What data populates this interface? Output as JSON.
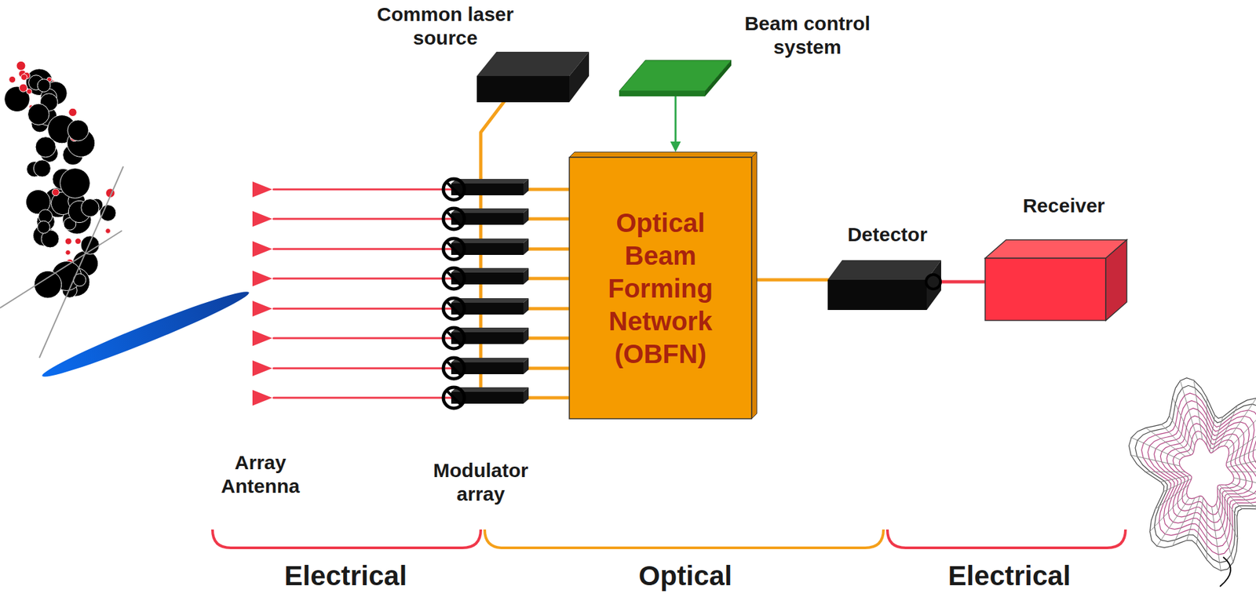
{
  "diagram": {
    "nodes": [
      {
        "text": [
          "Common laser source"
        ]
      },
      {
        "text": [
          "Beam control system"
        ]
      },
      {
        "text": [
          "Array Antenna"
        ]
      },
      {
        "text": [
          "Modulator array"
        ]
      },
      {
        "text": [
          "Optical Beam Forming Network (OBFN)"
        ]
      },
      {
        "text": [
          "Detector"
        ]
      },
      {
        "text": [
          "Receiver"
        ]
      }
    ],
    "edges": [
      {
        "from": 2,
        "to": 3,
        "arrow": "none"
      },
      {
        "from": 0,
        "to": 3,
        "arrow": "none"
      },
      {
        "from": 3,
        "to": 4,
        "arrow": "none"
      },
      {
        "from": 1,
        "to": 4,
        "arrow": "to"
      },
      {
        "from": 4,
        "to": 5,
        "arrow": "none"
      },
      {
        "from": 5,
        "to": 6,
        "arrow": "none"
      }
    ],
    "labels": [
      "Electrical",
      "Optical",
      "Electrical"
    ]
  }
}
